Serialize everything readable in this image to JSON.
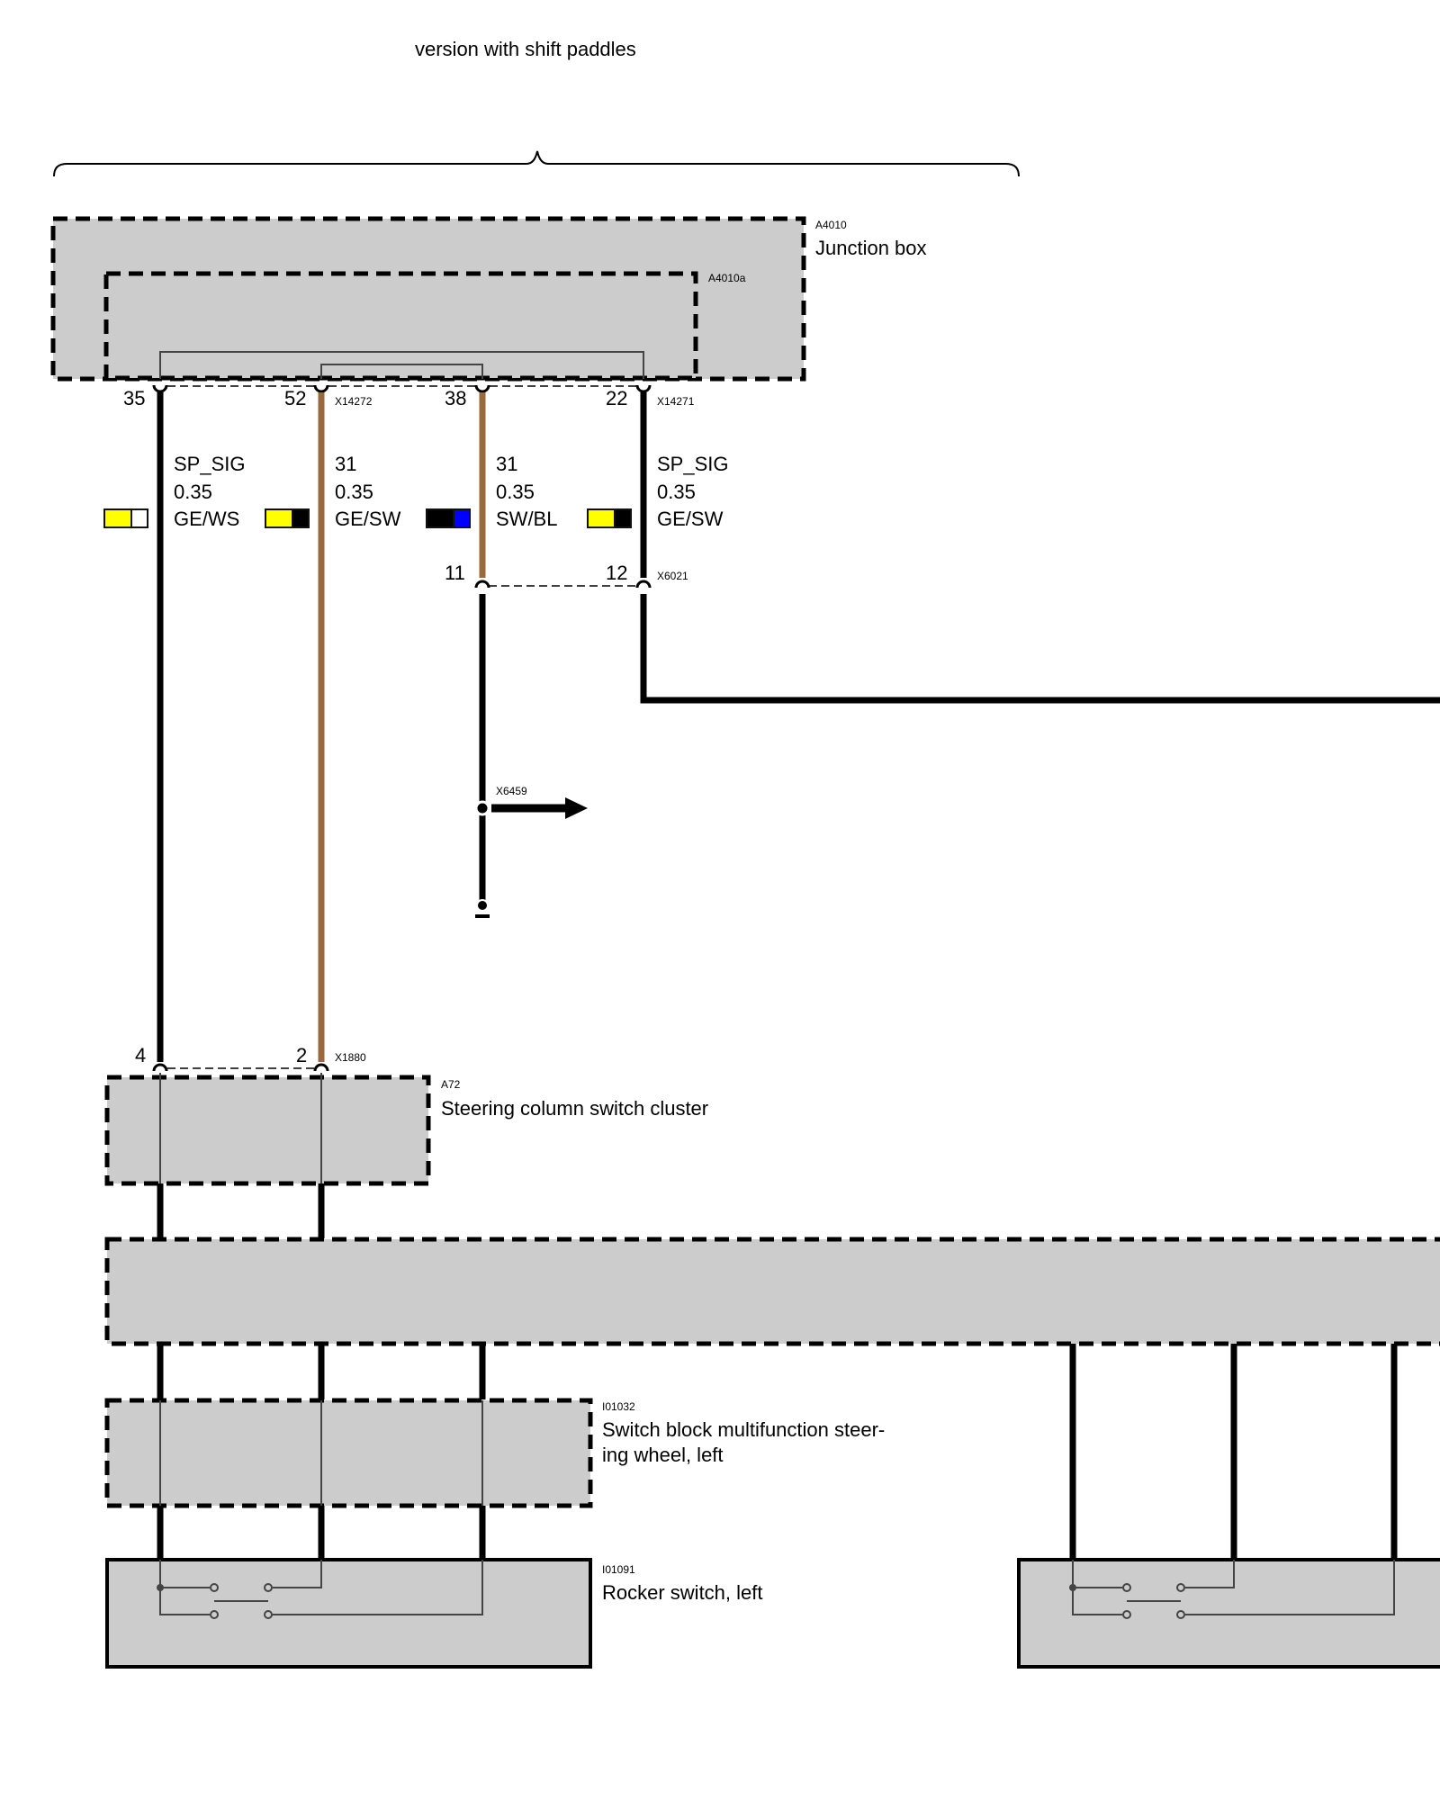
{
  "title": "version with shift paddles",
  "colors": {
    "brown_wire": "#9b6a3c",
    "black_wire": "#000000",
    "component_fill": "#cccccc",
    "ge": "#ffff00",
    "ws": "#ffffff",
    "sw": "#000000",
    "bl": "#0000ff"
  },
  "components": {
    "junction_box": {
      "ref": "A4010",
      "name": "Junction box"
    },
    "junction_box_sub": {
      "ref": "A4010a"
    },
    "steering_column": {
      "ref": "A72",
      "name": "Steering column switch cluster"
    },
    "switch_block": {
      "ref": "I01032",
      "name_line1": "Switch block multifunction steer-",
      "name_line2": "ing wheel, left"
    },
    "rocker_left": {
      "ref": "I01091",
      "name": "Rocker switch, left"
    }
  },
  "connectors": {
    "x14272": "X14272",
    "x14271": "X14271",
    "x6021": "X6021",
    "x6459": "X6459",
    "x1880": "X1880"
  },
  "pins": {
    "p35": "35",
    "p52": "52",
    "p38": "38",
    "p22": "22",
    "p11": "11",
    "p12": "12",
    "p4": "4",
    "p2": "2"
  },
  "wires": [
    {
      "signal": "SP_SIG",
      "gauge": "0.35",
      "color_code": "GE/WS",
      "swatch": [
        "#ffff00",
        "#ffffff"
      ]
    },
    {
      "signal": "31",
      "gauge": "0.35",
      "color_code": "GE/SW",
      "swatch": [
        "#ffff00",
        "#000000"
      ]
    },
    {
      "signal": "31",
      "gauge": "0.35",
      "color_code": "SW/BL",
      "swatch": [
        "#000000",
        "#0000ff"
      ]
    },
    {
      "signal": "SP_SIG",
      "gauge": "0.35",
      "color_code": "GE/SW",
      "swatch": [
        "#ffff00",
        "#000000"
      ]
    }
  ]
}
